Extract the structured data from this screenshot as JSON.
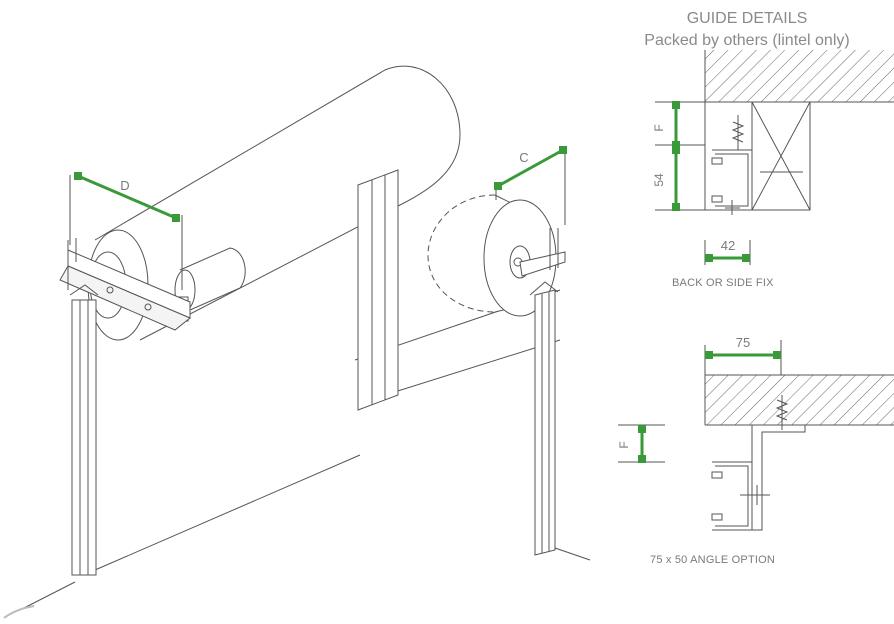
{
  "title": "GUIDE DETAILS",
  "subtitle": "Packed by others (lintel only)",
  "dimensions": {
    "d": "D",
    "c": "C",
    "f_top": "F",
    "f_bottom": "F",
    "h54": "54",
    "w42": "42",
    "w75": "75"
  },
  "captions": {
    "back_side": "BACK OR SIDE FIX",
    "angle": "75 x 50 ANGLE OPTION"
  },
  "colors": {
    "dimension": "#3a9a3a",
    "line": "#555555",
    "text": "#7a7a7a"
  }
}
